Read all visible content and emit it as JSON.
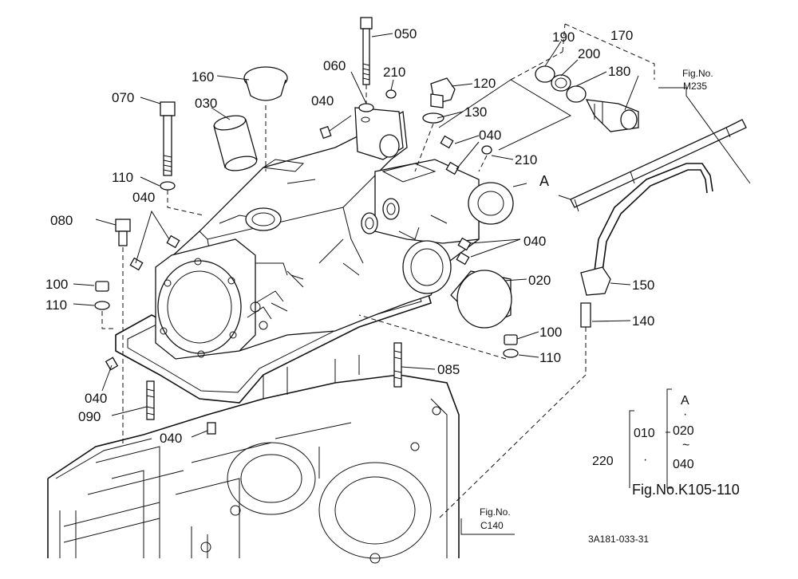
{
  "callouts": {
    "p050": "050",
    "p060": "060",
    "p210a": "210",
    "p120": "120",
    "p130": "130",
    "p190": "190",
    "p170": "170",
    "p200": "200",
    "p180": "180",
    "p160": "160",
    "p070": "070",
    "p030": "030",
    "p040a": "040",
    "p040b": "040",
    "p210b": "210",
    "pA": "A",
    "p110a": "110",
    "p040c": "040",
    "p080": "080",
    "p040d": "040",
    "p100a": "100",
    "p110b": "110",
    "p020": "020",
    "p150": "150",
    "p140": "140",
    "p100b": "100",
    "p110c": "110",
    "p085": "085",
    "p040e": "040",
    "p090": "090",
    "p040f": "040"
  },
  "references": {
    "m235_line1": "Fig.No.",
    "m235_line2": "M235",
    "c140_line1": "Fig.No.",
    "c140_line2": "C140"
  },
  "set_legend": {
    "a": "A",
    "dot_top": "·",
    "p010": "010",
    "p020": "020",
    "tilde": "~",
    "p040": "040",
    "p220": "220",
    "dot_left": "·",
    "fig_ref": "Fig.No.K105-110"
  },
  "drawing_code": "3A181-033-31"
}
